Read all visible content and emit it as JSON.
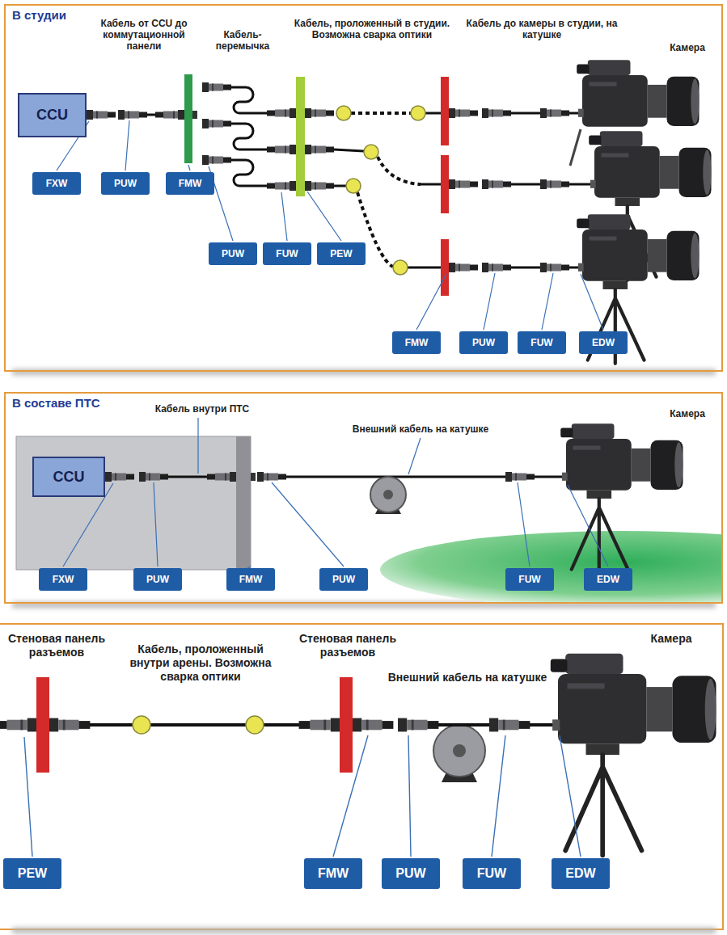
{
  "diagram": {
    "nodes": [
      {
        "text": [
          "В студии"
        ]
      },
      {
        "text": [
          "CCU"
        ],
        "in": 0
      },
      {
        "text": [
          "FXW"
        ],
        "in": 0
      },
      {
        "text": [
          "PUW"
        ],
        "in": 0
      },
      {
        "text": [
          "FMW"
        ],
        "in": 0
      },
      {
        "text": [
          "PUW"
        ],
        "in": 0
      },
      {
        "text": [
          "FUW"
        ],
        "in": 0
      },
      {
        "text": [
          "PEW"
        ],
        "in": 0
      },
      {
        "text": [
          "FMW"
        ],
        "in": 0
      },
      {
        "text": [
          "PUW"
        ],
        "in": 0
      },
      {
        "text": [
          "FUW"
        ],
        "in": 0
      },
      {
        "text": [
          "EDW"
        ],
        "in": 0
      },
      {
        "text": [
          "В составе ПТС"
        ]
      },
      {
        "text": [
          "CCU"
        ],
        "in": 12
      },
      {
        "text": [
          "FXW"
        ],
        "in": 12
      },
      {
        "text": [
          "PUW"
        ],
        "in": 12
      },
      {
        "text": [
          "FMW"
        ],
        "in": 12
      },
      {
        "text": [
          "PUW"
        ],
        "in": 12
      },
      {
        "text": [
          "FUW"
        ],
        "in": 12
      },
      {
        "text": [
          "EDW"
        ],
        "in": 12
      },
      {
        "text": [
          "PEW"
        ]
      },
      {
        "text": [
          "FMW"
        ]
      },
      {
        "text": [
          "PUW"
        ]
      },
      {
        "text": [
          "FUW"
        ]
      },
      {
        "text": [
          "EDW"
        ]
      }
    ],
    "labels": [
      "Кабель от CCU до коммутационной панели",
      "Кабель-перемычка",
      "Кабель, проложенный в студии. Возможна сварка оптики",
      "Кабель до камеры в студии, на катушке",
      "Камера",
      "Кабель внутри ПТС",
      "Внешний кабель на катушке",
      "Камера",
      "Стеновая панель разъемов",
      "Кабель, проложенный внутри арены. Возможна сварка оптики",
      "Стеновая панель разъемов",
      "Внешний кабель на катушке",
      "Камера"
    ]
  }
}
